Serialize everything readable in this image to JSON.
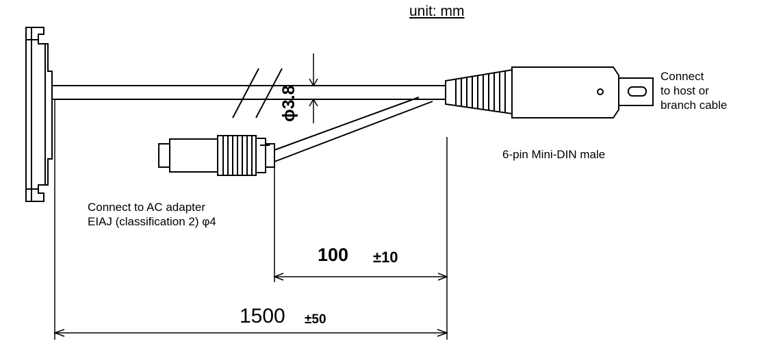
{
  "title": "unit: mm",
  "connector_right": {
    "lines": [
      "Connect",
      "to host or",
      "branch cable"
    ],
    "type_label": "6-pin Mini-DIN male"
  },
  "connector_left": {
    "lines": [
      "Connect to AC adapter",
      "EIAJ (classification 2) φ4"
    ]
  },
  "dimensions": {
    "cable_diameter": "ϕ3.8",
    "branch_length": "100",
    "branch_tolerance": "±10",
    "cable_length": "1500",
    "cable_tolerance": "±50"
  }
}
